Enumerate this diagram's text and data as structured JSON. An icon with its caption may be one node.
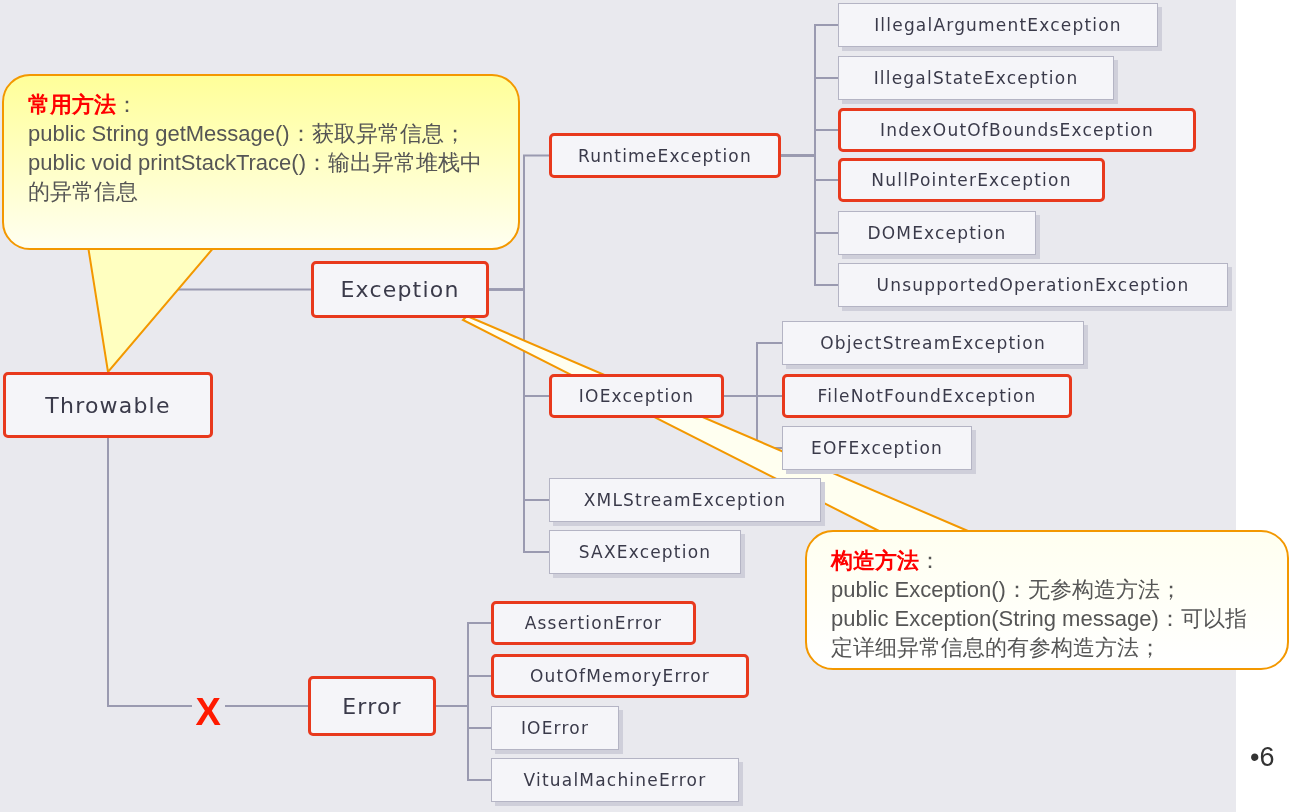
{
  "diagram": {
    "nodes": [
      {
        "text": [
          "Throwable"
        ]
      },
      {
        "text": [
          "Exception"
        ]
      },
      {
        "text": [
          "RuntimeException"
        ]
      },
      {
        "text": [
          "IllegalArgumentException"
        ]
      },
      {
        "text": [
          "IllegalStateException"
        ]
      },
      {
        "text": [
          "IndexOutOfBoundsException"
        ]
      },
      {
        "text": [
          "NullPointerException"
        ]
      },
      {
        "text": [
          "DOMException"
        ]
      },
      {
        "text": [
          "UnsupportedOperationException"
        ]
      },
      {
        "text": [
          "IOException"
        ]
      },
      {
        "text": [
          "ObjectStreamException"
        ]
      },
      {
        "text": [
          "FileNotFoundException"
        ]
      },
      {
        "text": [
          "EOFException"
        ]
      },
      {
        "text": [
          "XMLStreamException"
        ]
      },
      {
        "text": [
          "SAXException"
        ]
      },
      {
        "text": [
          "Error"
        ]
      },
      {
        "text": [
          "AssertionError"
        ]
      },
      {
        "text": [
          "OutOfMemoryError"
        ]
      },
      {
        "text": [
          "IOError"
        ]
      },
      {
        "text": [
          "VitualMachineError"
        ]
      },
      {
        "text": [
          "**常用方法**：",
          "public String getMessage()：获取异常信息；",
          "public void printStackTrace()：输出异常堆栈中的异常信息"
        ]
      },
      {
        "text": [
          "**构造方法**：",
          "public Exception()：无参构造方法；",
          "public Exception(String message)：可以指定详细异常信息的有参构造方法；"
        ]
      }
    ],
    "edges": [
      {
        "from": 0,
        "to": 1,
        "arrow": "none"
      },
      {
        "from": 0,
        "to": 15,
        "arrow": "none",
        "label": "X"
      },
      {
        "from": 1,
        "to": 2,
        "arrow": "none"
      },
      {
        "from": 1,
        "to": 9,
        "arrow": "none"
      },
      {
        "from": 1,
        "to": 13,
        "arrow": "none"
      },
      {
        "from": 1,
        "to": 14,
        "arrow": "none"
      },
      {
        "from": 2,
        "to": 3,
        "arrow": "none"
      },
      {
        "from": 2,
        "to": 4,
        "arrow": "none"
      },
      {
        "from": 2,
        "to": 5,
        "arrow": "none"
      },
      {
        "from": 2,
        "to": 6,
        "arrow": "none"
      },
      {
        "from": 2,
        "to": 7,
        "arrow": "none"
      },
      {
        "from": 2,
        "to": 8,
        "arrow": "none"
      },
      {
        "from": 9,
        "to": 10,
        "arrow": "none"
      },
      {
        "from": 9,
        "to": 11,
        "arrow": "none"
      },
      {
        "from": 9,
        "to": 12,
        "arrow": "none"
      },
      {
        "from": 15,
        "to": 16,
        "arrow": "none"
      },
      {
        "from": 15,
        "to": 17,
        "arrow": "none"
      },
      {
        "from": 15,
        "to": 18,
        "arrow": "none"
      },
      {
        "from": 15,
        "to": 19,
        "arrow": "none"
      },
      {
        "from": 20,
        "to": 0,
        "arrow": "to"
      },
      {
        "from": 21,
        "to": 1,
        "arrow": "none"
      }
    ],
    "labels": [
      "•6"
    ]
  }
}
